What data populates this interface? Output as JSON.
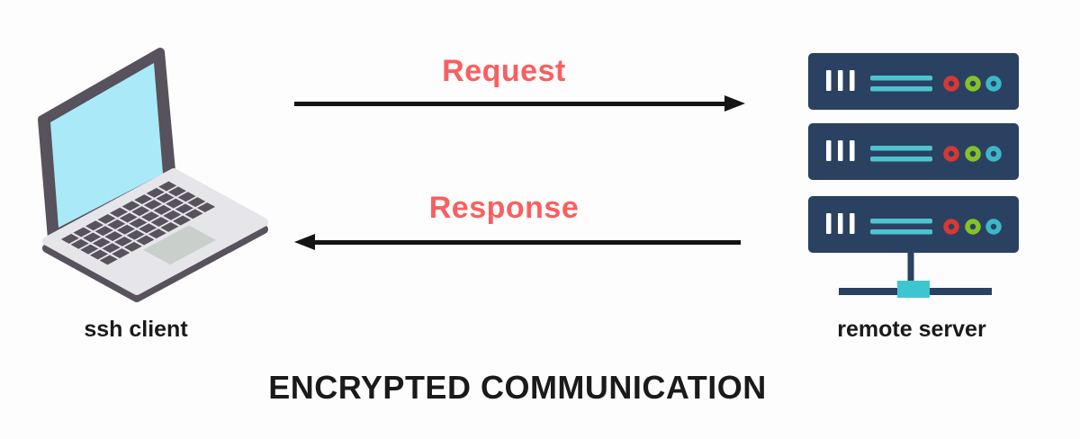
{
  "diagram": {
    "title": "ENCRYPTED COMMUNICATION",
    "client": {
      "label": "ssh client",
      "type": "laptop"
    },
    "server": {
      "label": "remote server",
      "type": "server-rack",
      "units": 3
    },
    "flows": [
      {
        "label": "Request",
        "from": "ssh client",
        "to": "remote server",
        "direction": "right"
      },
      {
        "label": "Response",
        "from": "remote server",
        "to": "ssh client",
        "direction": "left"
      }
    ]
  },
  "colors": {
    "accent_red": "#FA5F5F",
    "arrow_black": "#141414",
    "server_navy": "#2B4162",
    "teal": "#4DC4CE",
    "teal_node": "#3EC6D0",
    "led_red": "#D63832",
    "led_green": "#85C226",
    "led_cyan": "#3BB8C8",
    "laptop_dark": "#57525B",
    "laptop_screen": "#A9E9F8",
    "laptop_body": "#E6E5EA",
    "touchpad": "#C9CFCB",
    "background": "#FDFDFD",
    "text_dark": "#1A1A1A"
  }
}
